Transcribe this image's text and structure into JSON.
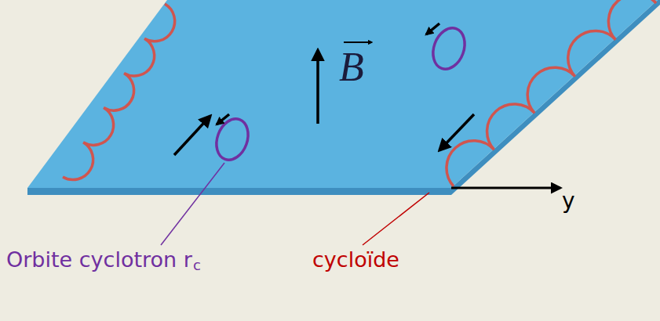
{
  "diagram": {
    "labels": [
      "B",
      "Orbite cyclotron r",
      "c",
      "cycloïde",
      "y"
    ]
  }
}
